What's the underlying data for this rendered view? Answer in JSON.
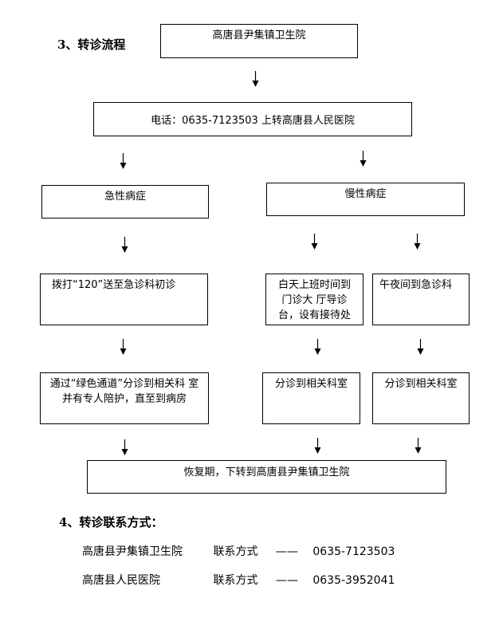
{
  "section3_title": "3、转诊流程",
  "flow": {
    "top": "高唐县尹集镇卫生院",
    "phone_transfer": "电话：0635-7123503 上转高唐县人民医院",
    "acute": "急性病症",
    "chronic": "慢性病症",
    "acute_step1": "拨打“120”送至急诊科初诊",
    "chronic_day": "白天上班时间到门诊大 厅导诊台，设有接待处",
    "chronic_night": "午夜间到急诊科",
    "acute_step2": "通过“绿色通道”分诊到相关科 室并有专人陪护，直至到病房",
    "chronic_day_step2": "分诊到相关科室",
    "chronic_night_step2": "分诊到相关科室",
    "recovery": "恢复期，下转到高唐县尹集镇卫生院"
  },
  "section4_title": "4、转诊联系方式：",
  "contacts": [
    {
      "name": "高唐县尹集镇卫生院",
      "label": "联系方式",
      "dash": "——",
      "phone": "0635-7123503"
    },
    {
      "name": "高唐县人民医院",
      "label": "联系方式",
      "dash": "——",
      "phone": "0635-3952041"
    }
  ]
}
